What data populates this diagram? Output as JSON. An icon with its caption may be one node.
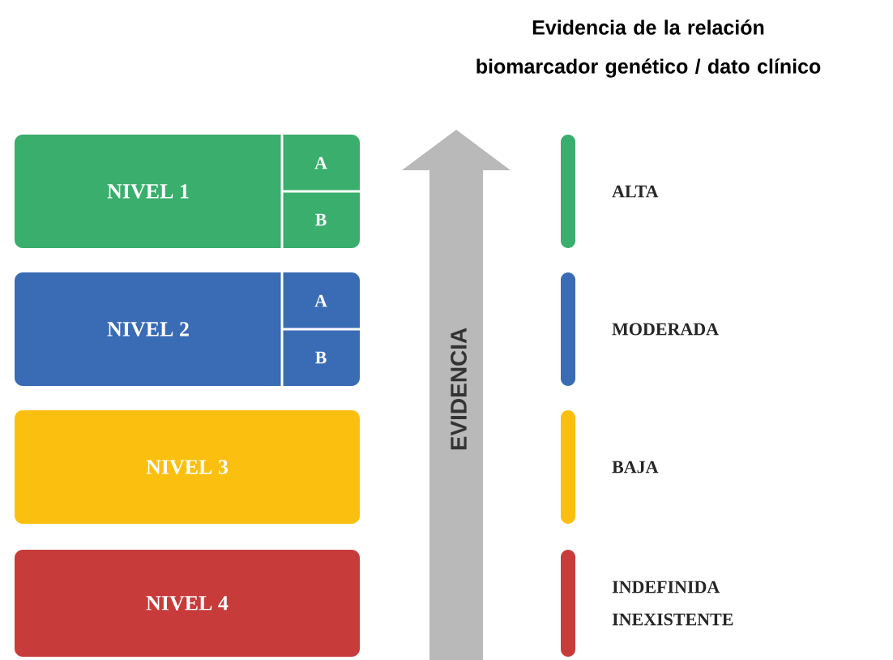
{
  "diagram": {
    "title": "Evidencia de la relación biomarcador genético / dato clínico",
    "nodes": [
      {
        "text": [
          "NIVEL 1"
        ]
      },
      {
        "text": [
          "A"
        ],
        "in": 0
      },
      {
        "text": [
          "B"
        ],
        "in": 0
      },
      {
        "text": [
          "NIVEL 2"
        ]
      },
      {
        "text": [
          "A"
        ],
        "in": 3
      },
      {
        "text": [
          "B"
        ],
        "in": 3
      },
      {
        "text": [
          "NIVEL 3"
        ]
      },
      {
        "text": [
          "NIVEL 4"
        ]
      }
    ],
    "labels": [
      "EVIDENCIA"
    ],
    "legend": [
      {
        "text": "ALTA",
        "color": "#3aae6c"
      },
      {
        "text": "MODERADA",
        "color": "#3a6cb5"
      },
      {
        "text": "BAJA",
        "color": "#fbbf10"
      },
      {
        "text": "INDEFINIDA INEXISTENTE",
        "color": "#c83b3b"
      }
    ]
  }
}
